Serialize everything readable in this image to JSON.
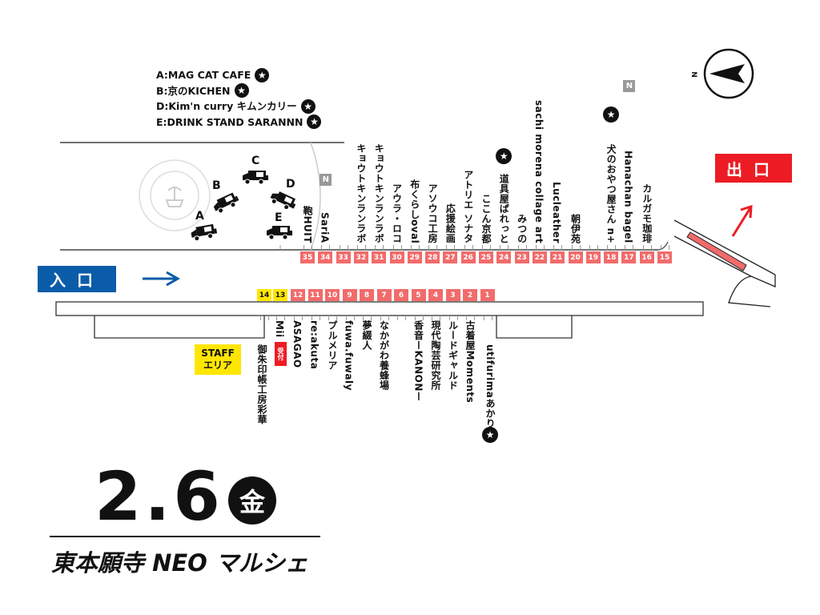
{
  "legend": [
    {
      "label": "A:MAG CAT CAFE",
      "star": true
    },
    {
      "label": "B:京のKICHEN",
      "star": true
    },
    {
      "label": "D:Kim'n curry キムンカリー",
      "star": true
    },
    {
      "label": "E:DRINK STAND SARANNN",
      "star": true
    }
  ],
  "trucks": [
    "A",
    "B",
    "C",
    "D",
    "E"
  ],
  "compass": {
    "label": "N"
  },
  "entrance": "入口",
  "exit": "出口",
  "staff_area": {
    "line1": "STAFF",
    "line2": "エリア"
  },
  "reception": "受付",
  "new_badge": "N",
  "top_stalls": [
    {
      "num": "35",
      "label": "鞄HUIT"
    },
    {
      "num": "34",
      "label": "SariA",
      "new": true
    },
    {
      "num": "33",
      "label": ""
    },
    {
      "num": "32",
      "label": "キョウトキンランラボ"
    },
    {
      "num": "31",
      "label": "キョウトキンランラボ"
    },
    {
      "num": "30",
      "label": "アウラ・ロコ"
    },
    {
      "num": "29",
      "label": "布くらしoval"
    },
    {
      "num": "28",
      "label": "アソウコ工房"
    },
    {
      "num": "27",
      "label": "応援絵画"
    },
    {
      "num": "26",
      "label": "アトリエ ソナタ"
    },
    {
      "num": "25",
      "label": "ここん京都"
    },
    {
      "num": "24",
      "label": "道具屋ぱれっと",
      "star": true
    },
    {
      "num": "23",
      "label": "みつの"
    },
    {
      "num": "22",
      "label": "sachi morena collage art"
    },
    {
      "num": "21",
      "label": "Lucleather"
    },
    {
      "num": "20",
      "label": "朝伊苑"
    },
    {
      "num": "19",
      "label": ""
    },
    {
      "num": "18",
      "label": "犬のおやつ屋さん n+",
      "star": true
    },
    {
      "num": "17",
      "label": "Hanachan bagel",
      "new": true
    },
    {
      "num": "16",
      "label": "カルガモ珈琲"
    },
    {
      "num": "15",
      "label": ""
    }
  ],
  "bottom_stalls": [
    {
      "num": "14",
      "label": "御朱印帳工房彩華",
      "staff": true
    },
    {
      "num": "13",
      "label": "Mii",
      "staff": true
    },
    {
      "num": "12",
      "label": "ASAGAO"
    },
    {
      "num": "11",
      "label": "re:akuta"
    },
    {
      "num": "10",
      "label": "プルメリア"
    },
    {
      "num": "9",
      "label": "fuwa.fuwaly"
    },
    {
      "num": "8",
      "label": "夢綴人"
    },
    {
      "num": "7",
      "label": "なかがわ養蜂場"
    },
    {
      "num": "6",
      "label": ""
    },
    {
      "num": "5",
      "label": "香音ーKANONー"
    },
    {
      "num": "4",
      "label": "現代陶芸研究所"
    },
    {
      "num": "3",
      "label": "ルードギャルド"
    },
    {
      "num": "2",
      "label": "古着屋Moments"
    },
    {
      "num": "1",
      "label": "utifurimaあかり",
      "star": true
    }
  ],
  "event": {
    "date": "2.6",
    "day": "金",
    "title": "東本願寺 NEO マルシェ"
  },
  "colors": {
    "stall": "#f26b6b",
    "staff": "#ffe600",
    "entrance": "#0b5ca8",
    "exit": "#ed1c24"
  }
}
